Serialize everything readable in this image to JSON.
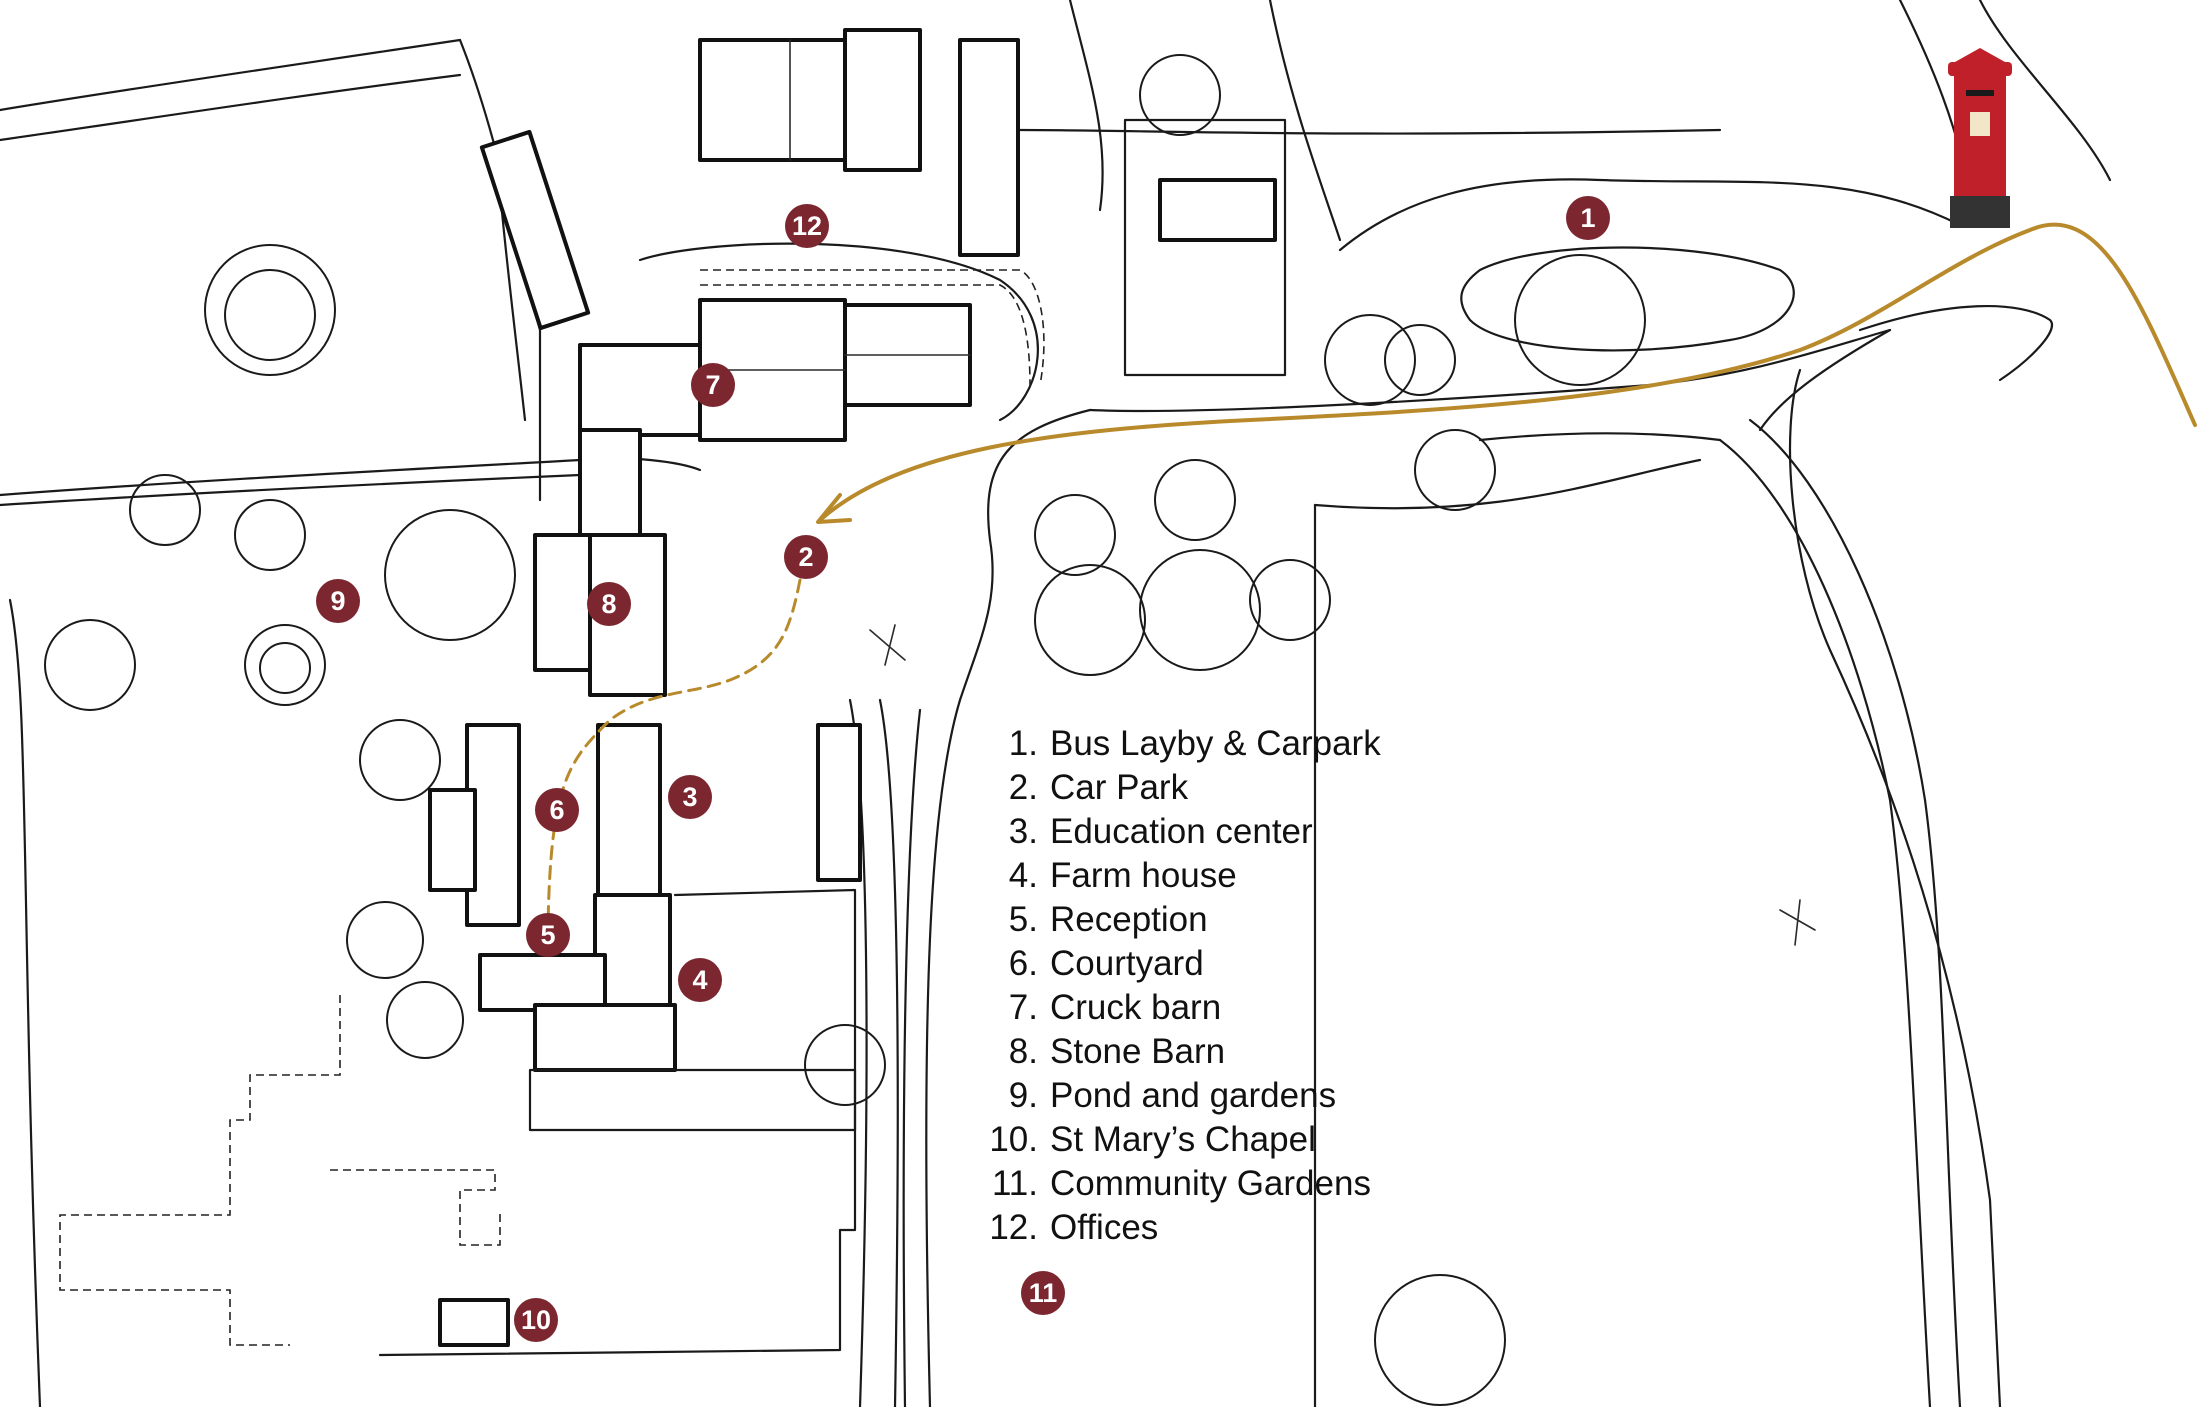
{
  "colors": {
    "marker": "#7c2630",
    "route": "#b88a2c",
    "ink": "#1a1a1a",
    "background": "#ffffff",
    "postbox": "#c0202a"
  },
  "icons": [
    "postbox-icon",
    "route-arrow-icon",
    "tree-icon"
  ],
  "markers": [
    {
      "label": "1"
    },
    {
      "label": "2"
    },
    {
      "label": "3"
    },
    {
      "label": "4"
    },
    {
      "label": "5"
    },
    {
      "label": "6"
    },
    {
      "label": "7"
    },
    {
      "label": "8"
    },
    {
      "label": "9"
    },
    {
      "label": "10"
    },
    {
      "label": "11"
    },
    {
      "label": "12"
    }
  ],
  "legend": [
    {
      "num": "1.",
      "label": "Bus Layby & Carpark"
    },
    {
      "num": "2.",
      "label": "Car Park"
    },
    {
      "num": "3.",
      "label": "Education center"
    },
    {
      "num": "4.",
      "label": "Farm house"
    },
    {
      "num": "5.",
      "label": "Reception"
    },
    {
      "num": "6.",
      "label": "Courtyard"
    },
    {
      "num": "7.",
      "label": "Cruck barn"
    },
    {
      "num": "8.",
      "label": "Stone Barn"
    },
    {
      "num": "9.",
      "label": "Pond and gardens"
    },
    {
      "num": "10.",
      "label": "St Mary’s Chapel"
    },
    {
      "num": "11.",
      "label": "Community Gardens"
    },
    {
      "num": "12.",
      "label": "Offices"
    }
  ]
}
